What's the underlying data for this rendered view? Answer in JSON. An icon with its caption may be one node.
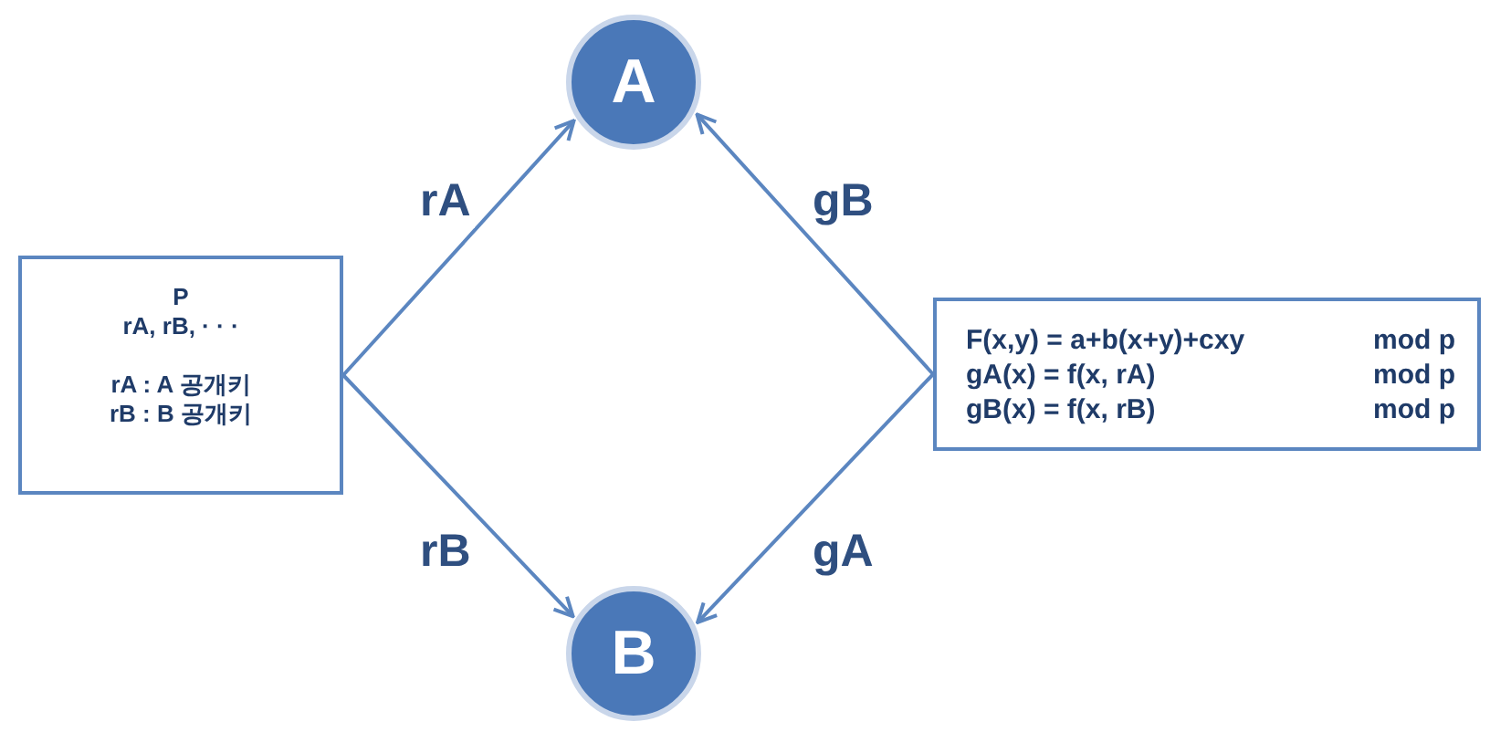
{
  "diagram": {
    "nodes": [
      {
        "text": [
          "P",
          "rA, rB, · · ·",
          "rA : A 공개키",
          "rB : B 공개키"
        ]
      },
      {
        "text": [
          "A"
        ]
      },
      {
        "text": [
          "B"
        ]
      },
      {
        "text": [
          "F(x,y) = a+b(x+y)+cxy",
          "mod p",
          "gA(x) = f(x, rA)",
          "mod p",
          "gB(x) = f(x, rB)",
          "mod p"
        ]
      }
    ],
    "edges": [
      {
        "from": 0,
        "to": 1,
        "arrow": "to",
        "label": "rA"
      },
      {
        "from": 0,
        "to": 2,
        "arrow": "to",
        "label": "rB"
      },
      {
        "from": 3,
        "to": 1,
        "arrow": "to",
        "label": "gB"
      },
      {
        "from": 3,
        "to": 2,
        "arrow": "to",
        "label": "gA"
      }
    ]
  }
}
